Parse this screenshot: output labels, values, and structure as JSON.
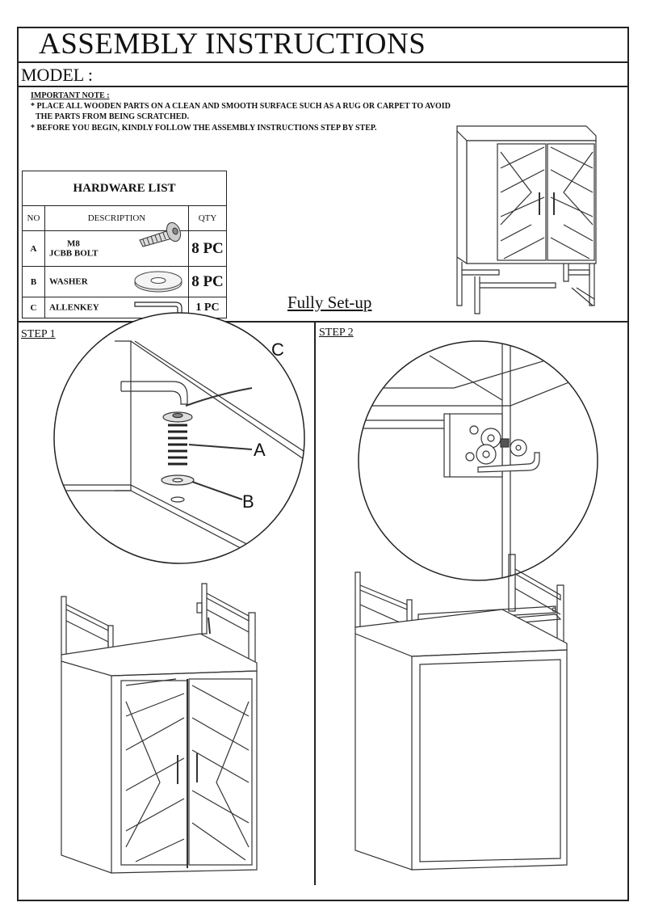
{
  "header": {
    "title": "ASSEMBLY INSTRUCTIONS",
    "model_label": "MODEL :"
  },
  "note": {
    "heading": "IMPORTANT NOTE :",
    "line1": "* PLACE ALL WOODEN PARTS ON A CLEAN AND SMOOTH SURFACE SUCH AS A RUG OR CARPET TO AVOID",
    "line2": "THE PARTS FROM BEING SCRATCHED.",
    "line3": "* BEFORE YOU BEGIN, KINDLY FOLLOW THE ASSEMBLY INSTRUCTIONS STEP BY STEP."
  },
  "hardware": {
    "title": "HARDWARE LIST",
    "columns": [
      "NO",
      "DESCRIPTION",
      "QTY"
    ],
    "rows": [
      {
        "no": "A",
        "line1": "M8",
        "line2": "JCBB BOLT",
        "qty": "8 PC",
        "icon": "bolt-icon"
      },
      {
        "no": "B",
        "line1": "WASHER",
        "line2": "",
        "qty": "8 PC",
        "icon": "washer-icon"
      },
      {
        "no": "C",
        "line1": "ALLENKEY",
        "line2": "",
        "qty": "1 PC",
        "icon": "allen-key-icon"
      }
    ]
  },
  "setup_caption": "Fully Set-up",
  "steps": {
    "step1": {
      "label": "STEP 1",
      "callouts": [
        "C",
        "A",
        "B"
      ]
    },
    "step2": {
      "label": "STEP 2"
    }
  }
}
